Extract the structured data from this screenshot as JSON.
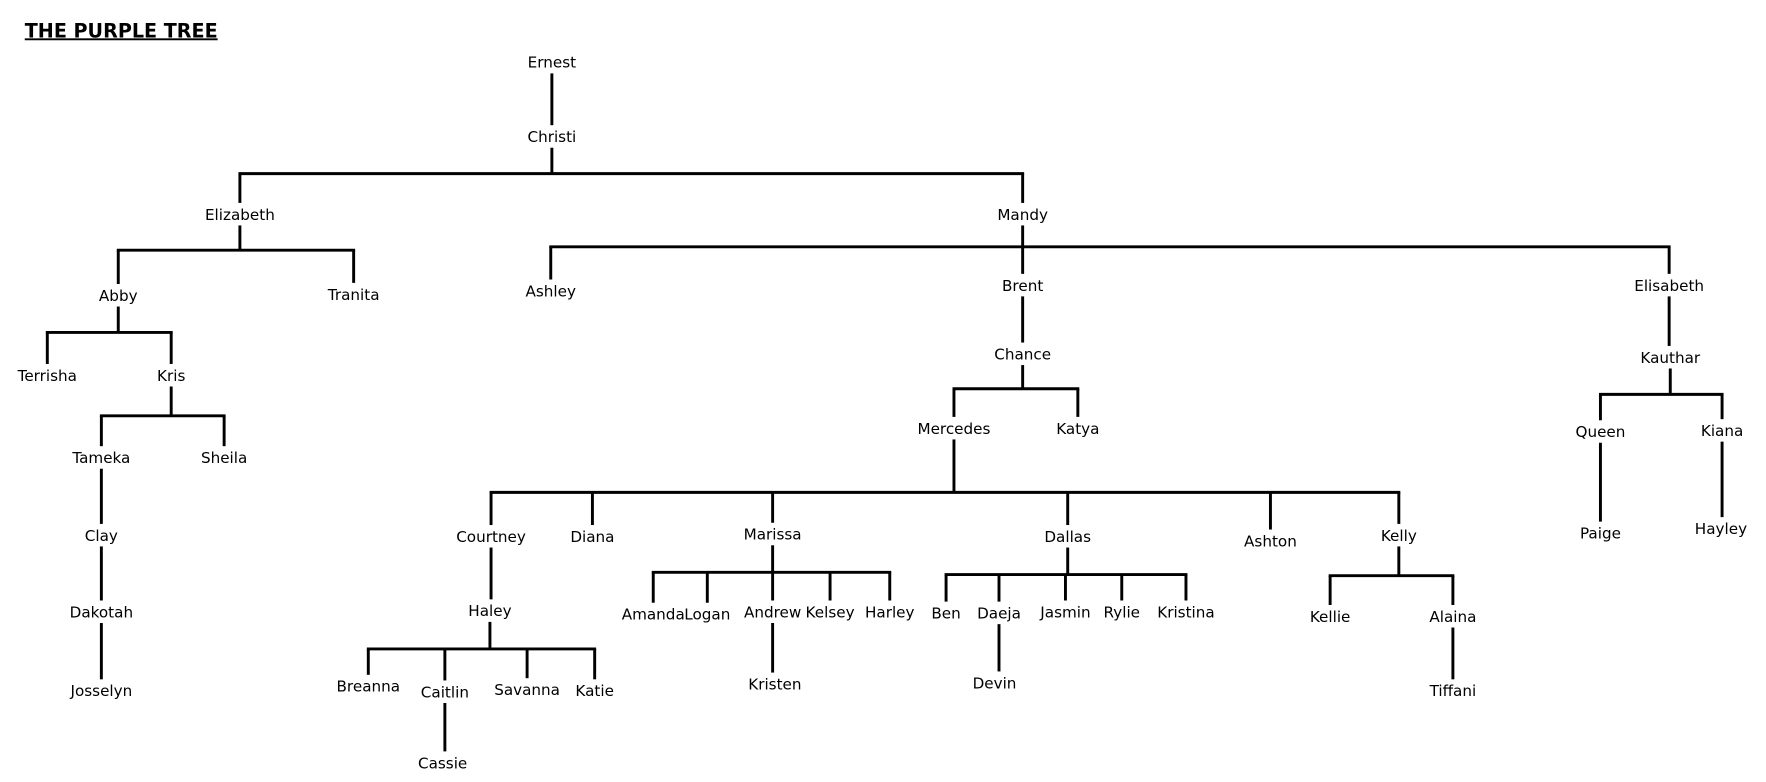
{
  "title": "THE PURPLE TREE",
  "people": [
    {
      "id": "ernest",
      "name": "Ernest",
      "parent": null
    },
    {
      "id": "christi",
      "name": "Christi",
      "parent": "ernest"
    },
    {
      "id": "elizabeth",
      "name": "Elizabeth",
      "parent": "christi"
    },
    {
      "id": "mandy",
      "name": "Mandy",
      "parent": "christi"
    },
    {
      "id": "abby",
      "name": "Abby",
      "parent": "elizabeth"
    },
    {
      "id": "tranita",
      "name": "Tranita",
      "parent": "elizabeth"
    },
    {
      "id": "terrisha",
      "name": "Terrisha",
      "parent": "abby"
    },
    {
      "id": "kris",
      "name": "Kris",
      "parent": "abby"
    },
    {
      "id": "tameka",
      "name": "Tameka",
      "parent": "kris"
    },
    {
      "id": "sheila",
      "name": "Sheila",
      "parent": "kris"
    },
    {
      "id": "clay",
      "name": "Clay",
      "parent": "tameka"
    },
    {
      "id": "dakotah",
      "name": "Dakotah",
      "parent": "clay"
    },
    {
      "id": "josselyn",
      "name": "Josselyn",
      "parent": "dakotah"
    },
    {
      "id": "ashley",
      "name": "Ashley",
      "parent": "mandy"
    },
    {
      "id": "brent",
      "name": "Brent",
      "parent": "mandy"
    },
    {
      "id": "elisabeth",
      "name": "Elisabeth",
      "parent": "mandy"
    },
    {
      "id": "chance",
      "name": "Chance",
      "parent": "brent"
    },
    {
      "id": "mercedes",
      "name": "Mercedes",
      "parent": "chance"
    },
    {
      "id": "katya",
      "name": "Katya",
      "parent": "chance"
    },
    {
      "id": "courtney",
      "name": "Courtney",
      "parent": "mercedes"
    },
    {
      "id": "diana",
      "name": "Diana",
      "parent": "mercedes"
    },
    {
      "id": "marissa",
      "name": "Marissa",
      "parent": "mercedes"
    },
    {
      "id": "dallas",
      "name": "Dallas",
      "parent": "mercedes"
    },
    {
      "id": "ashton",
      "name": "Ashton",
      "parent": "mercedes"
    },
    {
      "id": "kelly",
      "name": "Kelly",
      "parent": "mercedes"
    },
    {
      "id": "haley",
      "name": "Haley",
      "parent": "courtney"
    },
    {
      "id": "breanna",
      "name": "Breanna",
      "parent": "haley"
    },
    {
      "id": "caitlin",
      "name": "Caitlin",
      "parent": "haley"
    },
    {
      "id": "savanna",
      "name": "Savanna",
      "parent": "haley"
    },
    {
      "id": "katie",
      "name": "Katie",
      "parent": "haley"
    },
    {
      "id": "cassie",
      "name": "Cassie",
      "parent": "caitlin"
    },
    {
      "id": "amanda",
      "name": "Amanda",
      "parent": "marissa"
    },
    {
      "id": "logan",
      "name": "Logan",
      "parent": "marissa"
    },
    {
      "id": "andrew",
      "name": "Andrew",
      "parent": "marissa"
    },
    {
      "id": "kelsey",
      "name": "Kelsey",
      "parent": "marissa"
    },
    {
      "id": "harley",
      "name": "Harley",
      "parent": "marissa"
    },
    {
      "id": "kristen",
      "name": "Kristen",
      "parent": "andrew"
    },
    {
      "id": "ben",
      "name": "Ben",
      "parent": "dallas"
    },
    {
      "id": "daeja",
      "name": "Daeja",
      "parent": "dallas"
    },
    {
      "id": "jasmin",
      "name": "Jasmin",
      "parent": "dallas"
    },
    {
      "id": "rylie",
      "name": "Rylie",
      "parent": "dallas"
    },
    {
      "id": "kristina",
      "name": "Kristina",
      "parent": "dallas"
    },
    {
      "id": "devin",
      "name": "Devin",
      "parent": "daeja"
    },
    {
      "id": "kellie",
      "name": "Kellie",
      "parent": "kelly"
    },
    {
      "id": "alaina",
      "name": "Alaina",
      "parent": "kelly"
    },
    {
      "id": "tiffani",
      "name": "Tiffani",
      "parent": "alaina"
    },
    {
      "id": "kauthar",
      "name": "Kauthar",
      "parent": "elisabeth"
    },
    {
      "id": "queen",
      "name": "Queen",
      "parent": "kauthar"
    },
    {
      "id": "kiana",
      "name": "Kiana",
      "parent": "kauthar"
    },
    {
      "id": "paige",
      "name": "Paige",
      "parent": "queen"
    },
    {
      "id": "hayley",
      "name": "Hayley",
      "parent": "kiana"
    }
  ]
}
